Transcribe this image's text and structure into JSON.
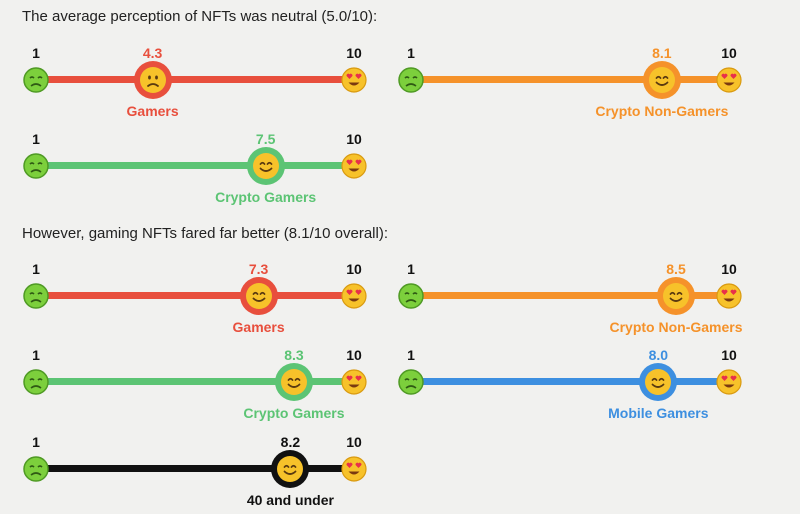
{
  "headings": {
    "neutral": "The average perception of NFTs was neutral (5.0/10):",
    "gaming": "However, gaming NFTs fared far better (8.1/10 overall):"
  },
  "colors": {
    "gamers": "#e84f3d",
    "crypto_non_gamers": "#f5922a",
    "crypto_gamers": "#5cc474",
    "mobile_gamers": "#3d8fe0",
    "forty_under": "#111111"
  },
  "scale": {
    "min_label": "1",
    "max_label": "10",
    "min": 1,
    "max": 10
  },
  "chart_data": [
    {
      "type": "rating-scale",
      "title": "The average perception of NFTs was neutral (5.0/10):",
      "overall": 5.0,
      "range": [
        1,
        10
      ],
      "scales": [
        {
          "name": "Gamers",
          "value": 4.3,
          "value_label": "4.3",
          "color": "#e84f3d",
          "mood": "sad"
        },
        {
          "name": "Crypto Non-Gamers",
          "value": 8.1,
          "value_label": "8.1",
          "color": "#f5922a",
          "mood": "happy"
        },
        {
          "name": "Crypto Gamers",
          "value": 7.5,
          "value_label": "7.5",
          "color": "#5cc474",
          "mood": "happy"
        }
      ]
    },
    {
      "type": "rating-scale",
      "title": "However, gaming NFTs fared far better (8.1/10 overall):",
      "overall": 8.1,
      "range": [
        1,
        10
      ],
      "scales": [
        {
          "name": "Gamers",
          "value": 7.3,
          "value_label": "7.3",
          "color": "#e84f3d",
          "mood": "happy"
        },
        {
          "name": "Crypto Non-Gamers",
          "value": 8.5,
          "value_label": "8.5",
          "color": "#f5922a",
          "mood": "happy"
        },
        {
          "name": "Crypto Gamers",
          "value": 8.3,
          "value_label": "8.3",
          "color": "#5cc474",
          "mood": "happy"
        },
        {
          "name": "Mobile Gamers",
          "value": 8.0,
          "value_label": "8.0",
          "color": "#3d8fe0",
          "mood": "happy"
        },
        {
          "name": "40 and under",
          "value": 8.2,
          "value_label": "8.2",
          "color": "#111111",
          "mood": "happy"
        }
      ]
    }
  ],
  "icons": {
    "min_face": "sick-face-icon",
    "max_face": "heart-eyes-face-icon",
    "sad_marker": "frowning-face-icon",
    "happy_marker": "smiling-face-icon"
  }
}
